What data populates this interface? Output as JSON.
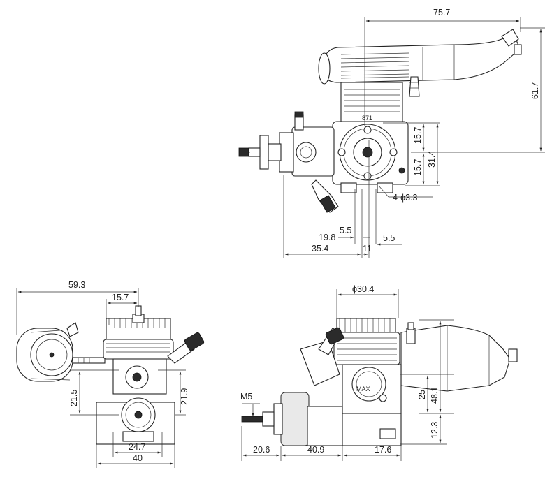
{
  "top_view": {
    "dim_width": "75.7",
    "dim_height": "61.7",
    "dim_upper": "15.7",
    "dim_lower": "15.7",
    "dim_total": "31.4",
    "dim_holes": "4-ϕ3.3",
    "dim_19_8": "19.8",
    "dim_5_5_a": "5.5",
    "dim_5_5_b": "5.5",
    "dim_35_4": "35.4",
    "dim_11": "11",
    "part_number": "871"
  },
  "side_view": {
    "dim_59_3": "59.3",
    "dim_15_7": "15.7",
    "dim_21_5": "21.5",
    "dim_21_9": "21.9",
    "dim_24_7": "24.7",
    "dim_40": "40"
  },
  "front_view": {
    "dim_bore": "ϕ30.4",
    "dim_thread": "M5",
    "dim_25": "25",
    "dim_48_1": "48.1",
    "dim_12_3": "12.3",
    "dim_20_6": "20.6",
    "dim_40_9": "40.9",
    "dim_17_6": "17.6",
    "brand_label": "MAX"
  }
}
